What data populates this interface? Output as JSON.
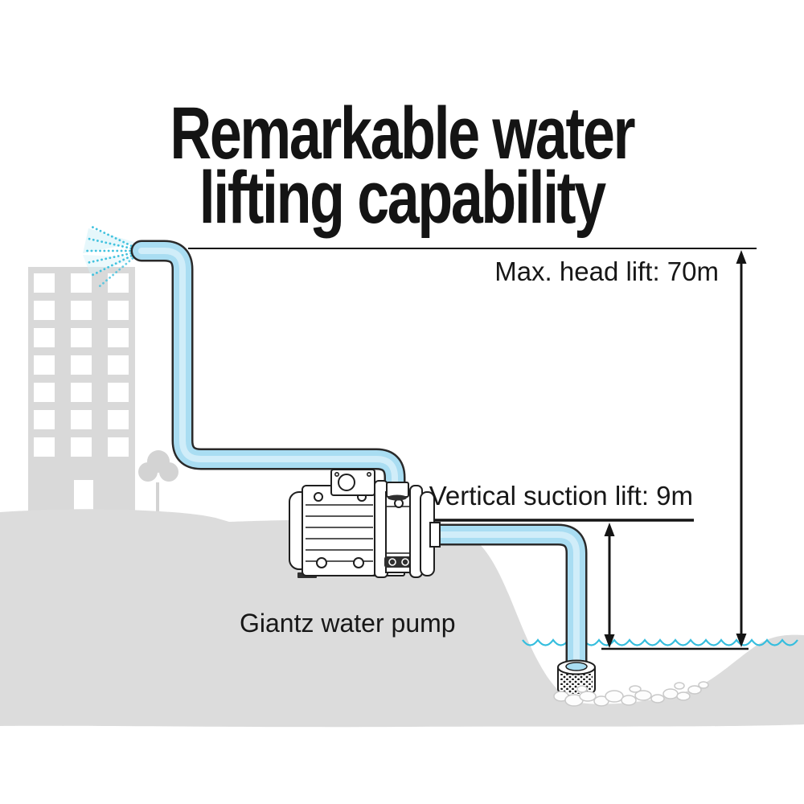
{
  "title": {
    "line1": "Remarkable water",
    "line2": "lifting capability"
  },
  "labels": {
    "max_head_lift": "Max. head lift: 70m",
    "vertical_suction_lift": "Vertical suction lift: 9m",
    "pump_name": "Giantz water pump"
  },
  "icons": [
    "water-spray-icon",
    "discharge-pipe",
    "suction-pipe",
    "water-pump-illustration",
    "suction-strainer-icon",
    "water-surface-waves",
    "building-silhouette",
    "tree-silhouette",
    "max-head-measure-arrow",
    "suction-measure-arrow",
    "rocks-icon"
  ],
  "colors": {
    "background": "#ffffff",
    "ink": "#141414",
    "text": "#171717",
    "pipe-fill": "#a9ddf2",
    "pipe-outline": "#2a2a2a",
    "pipe-highlight": "#ddf2fb",
    "water": "#35bede",
    "spray": "#41c2de",
    "spray-haze": "#d8f2f9",
    "ground": "#dcdcdc",
    "building": "#d9d9d9",
    "tree": "#d3d3d3",
    "rock-outline": "#c9c9c9"
  }
}
